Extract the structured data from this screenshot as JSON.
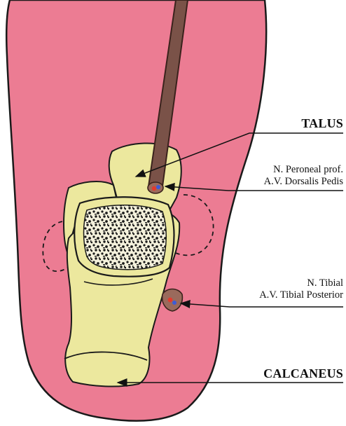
{
  "labels": {
    "talus": "TALUS",
    "peroneal_line1": "N. Peroneal prof.",
    "peroneal_line2": "A.V. Dorsalis Pedis",
    "tibial_line1": "N. Tibial",
    "tibial_line2": "A.V. Tibial Posterior",
    "calcaneus": "CALCANEUS"
  },
  "colors": {
    "skin": "#ec7c93",
    "bone": "#ece89e",
    "marrow": "#1a1a1a",
    "probe": "#7a5248",
    "outline": "#1a1a1a"
  }
}
